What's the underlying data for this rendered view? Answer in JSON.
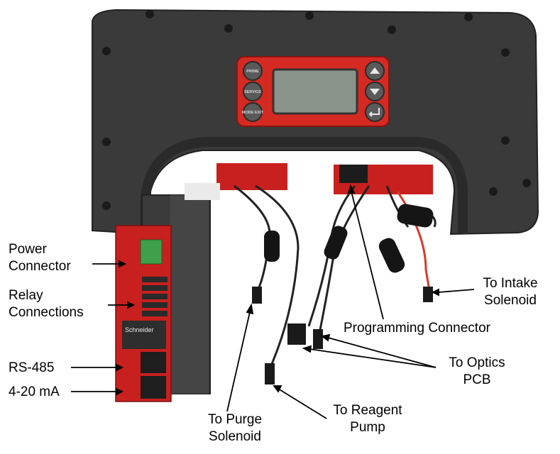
{
  "panel": {
    "buttons_left": [
      {
        "label": "PRIME"
      },
      {
        "label": "SERVICE"
      },
      {
        "label": "MODE EXIT"
      }
    ],
    "buttons_right": [
      {
        "icon": "arrow-up-icon"
      },
      {
        "icon": "arrow-down-icon"
      },
      {
        "icon": "enter-icon"
      }
    ],
    "relay_brand": "Schneider"
  },
  "labels": {
    "power_connector": [
      "Power",
      "Connector"
    ],
    "relay_connections": [
      "Relay",
      "Connections"
    ],
    "rs485": "RS-485",
    "ma": "4-20 mA",
    "purge": [
      "To Purge",
      "Solenoid"
    ],
    "reagent": [
      "To Reagent",
      "Pump"
    ],
    "optics": [
      "To Optics",
      "PCB"
    ],
    "programming": "Programming Connector",
    "intake": [
      "To Intake",
      "Solenoid"
    ]
  },
  "colors": {
    "housing": "#3a3a3a",
    "keypad": "#d42a22",
    "lcd": "#8a948a",
    "pcb": "#c8201e",
    "cable": "#222222",
    "label_text": "#000000"
  }
}
